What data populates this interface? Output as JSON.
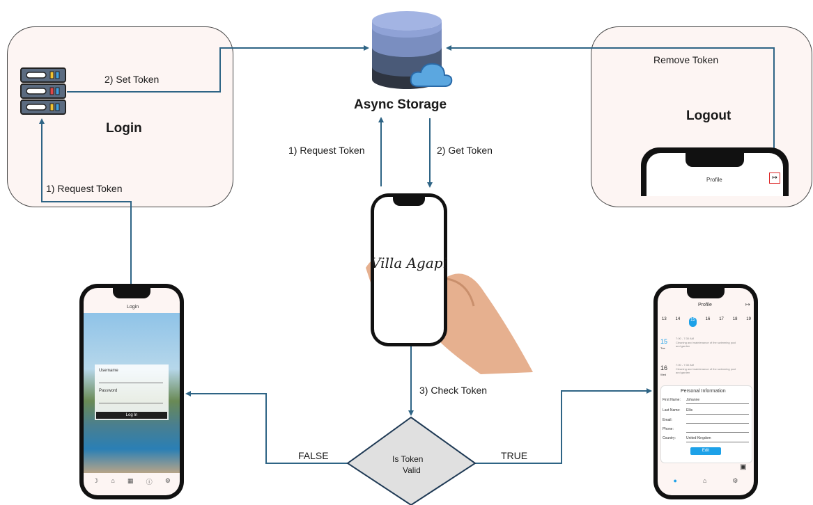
{
  "storage": {
    "title": "Async Storage"
  },
  "login_box": {
    "title": "Login",
    "set_token": "2) Set Token",
    "request_token": "1) Request Token"
  },
  "logout_box": {
    "title": "Logout",
    "remove_token": "Remove Token",
    "phone_title": "Profile"
  },
  "center": {
    "request_token": "1) Request Token",
    "get_token": "2) Get Token",
    "check_token": "3) Check Token",
    "brand": "Villa Agapi"
  },
  "decision": {
    "line1": "Is Token",
    "line2": "Valid",
    "false_label": "FALSE",
    "true_label": "TRUE"
  },
  "login_phone": {
    "title": "Login",
    "username": "Username",
    "password": "Password",
    "button": "Log In"
  },
  "profile_phone": {
    "title": "Profile",
    "section_title": "Personal Information",
    "fields": [
      {
        "label": "First Name:",
        "value": "Johanne"
      },
      {
        "label": "Last Name:",
        "value": "Ellis"
      },
      {
        "label": "Email:",
        "value": ""
      },
      {
        "label": "Phone:",
        "value": ""
      },
      {
        "label": "Country:",
        "value": "United Kingdom"
      }
    ],
    "edit_button": "Edit",
    "events": [
      {
        "day": "15",
        "weekday": "Tue",
        "time": "7:00 - 7:30 AM",
        "text": "Cleaning and maintenance of the swimming pool and garden"
      },
      {
        "day": "16",
        "weekday": "Wed",
        "time": "7:00 - 7:30 AM",
        "text": "Cleaning and maintenance of the swimming pool and garden"
      }
    ],
    "dates": [
      "13",
      "14",
      "15",
      "16",
      "17",
      "18",
      "19"
    ]
  },
  "colors": {
    "arrow": "#2e6485",
    "box_bg": "#fdf5f3",
    "diamond": "#e0e0e0",
    "accent": "#1da1e8"
  }
}
